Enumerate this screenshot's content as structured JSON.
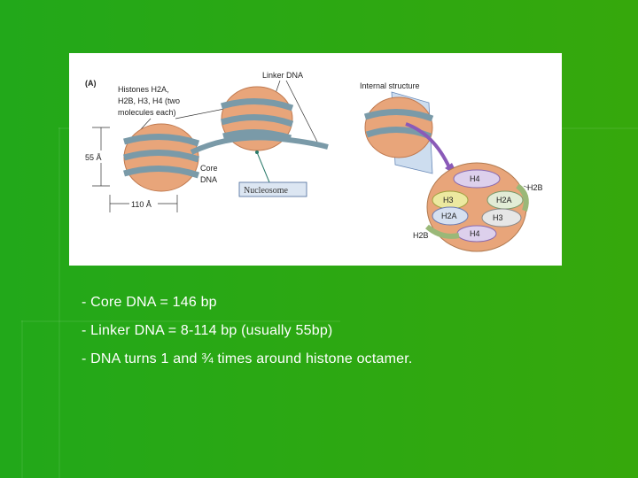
{
  "colors": {
    "background": "#2aa814",
    "figure_bg": "#ffffff",
    "nucleosome": "#e8a57a",
    "dna": "#7a9aa8",
    "arrow": "#8a5ab8"
  },
  "figure": {
    "panel_label": "(A)",
    "histones_label": [
      "Histones H2A,",
      "H2B, H3, H4 (two",
      "molecules each)"
    ],
    "linker_dna": "Linker DNA",
    "internal_structure": "Internal structure",
    "height_label": "55 Å",
    "width_label": "110 Å",
    "core_dna": [
      "Core",
      "DNA"
    ],
    "nucleosome_label": "Nucleosome",
    "histones": {
      "h4_top": "H4",
      "h2b_right": "H2B",
      "h3_left": "H3",
      "h2a_right": "H2A",
      "h2a_left": "H2A",
      "h3_right": "H3",
      "h2b_left": "H2B",
      "h4_bottom": "H4"
    }
  },
  "bullets": [
    "- Core DNA = 146 bp",
    "- Linker DNA = 8-114 bp (usually 55bp)",
    "- DNA turns 1 and ¾ times around histone octamer."
  ]
}
